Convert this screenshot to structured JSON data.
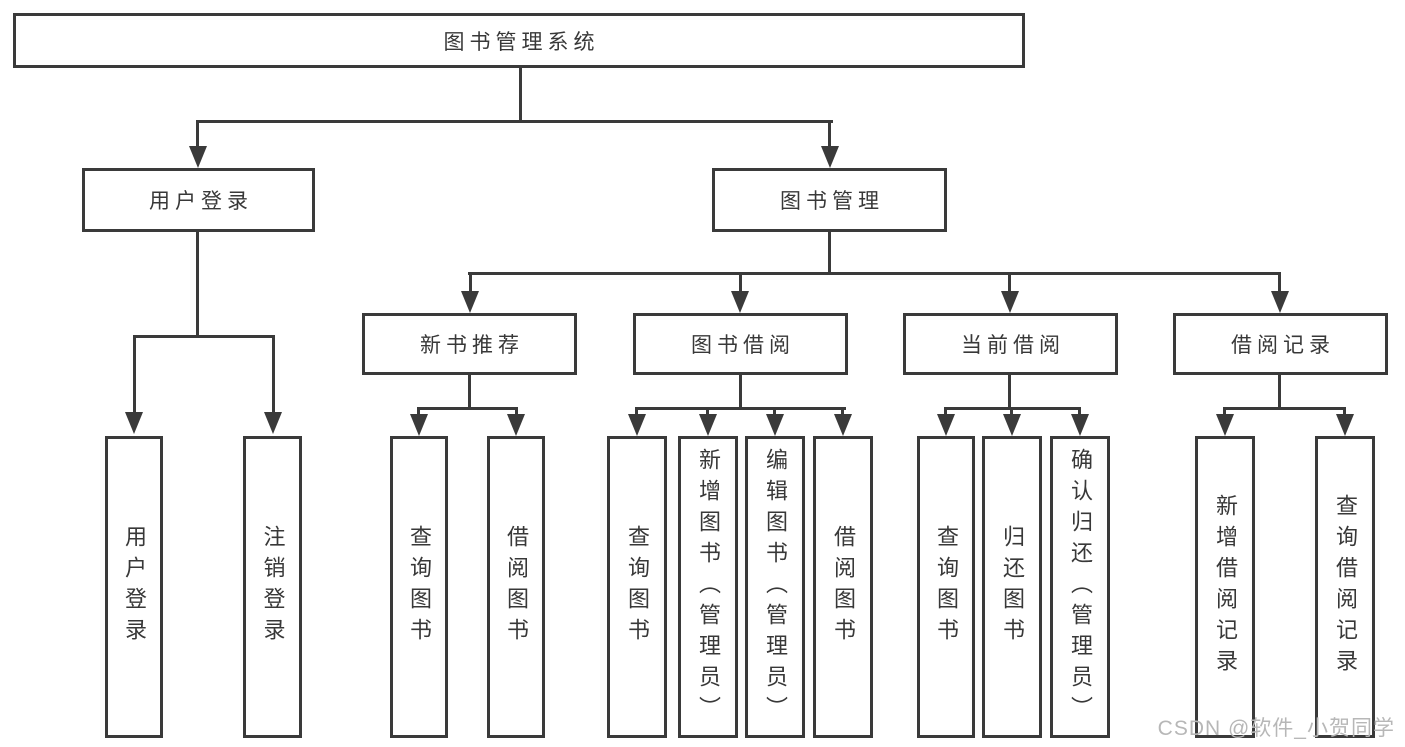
{
  "tree": {
    "label": "图书管理系统",
    "children": [
      {
        "label": "用户登录",
        "children": [
          {
            "label": "用户登录"
          },
          {
            "label": "注销登录"
          }
        ]
      },
      {
        "label": "图书管理",
        "children": [
          {
            "label": "新书推荐",
            "children": [
              {
                "label": "查询图书"
              },
              {
                "label": "借阅图书"
              }
            ]
          },
          {
            "label": "图书借阅",
            "children": [
              {
                "label": "查询图书"
              },
              {
                "label": "新增图书（管理员）"
              },
              {
                "label": "编辑图书（管理员）"
              },
              {
                "label": "借阅图书"
              }
            ]
          },
          {
            "label": "当前借阅",
            "children": [
              {
                "label": "查询图书"
              },
              {
                "label": "归还图书"
              },
              {
                "label": "确认归还（管理员）"
              }
            ]
          },
          {
            "label": "借阅记录",
            "children": [
              {
                "label": "新增借阅记录"
              },
              {
                "label": "查询借阅记录"
              }
            ]
          }
        ]
      }
    ]
  },
  "watermark": {
    "text": "CSDN @软件_小贺同学"
  },
  "colors": {
    "line": "#3a3a3a",
    "text": "#383838",
    "watermark": "#b7b7b7",
    "background": "#ffffff"
  }
}
